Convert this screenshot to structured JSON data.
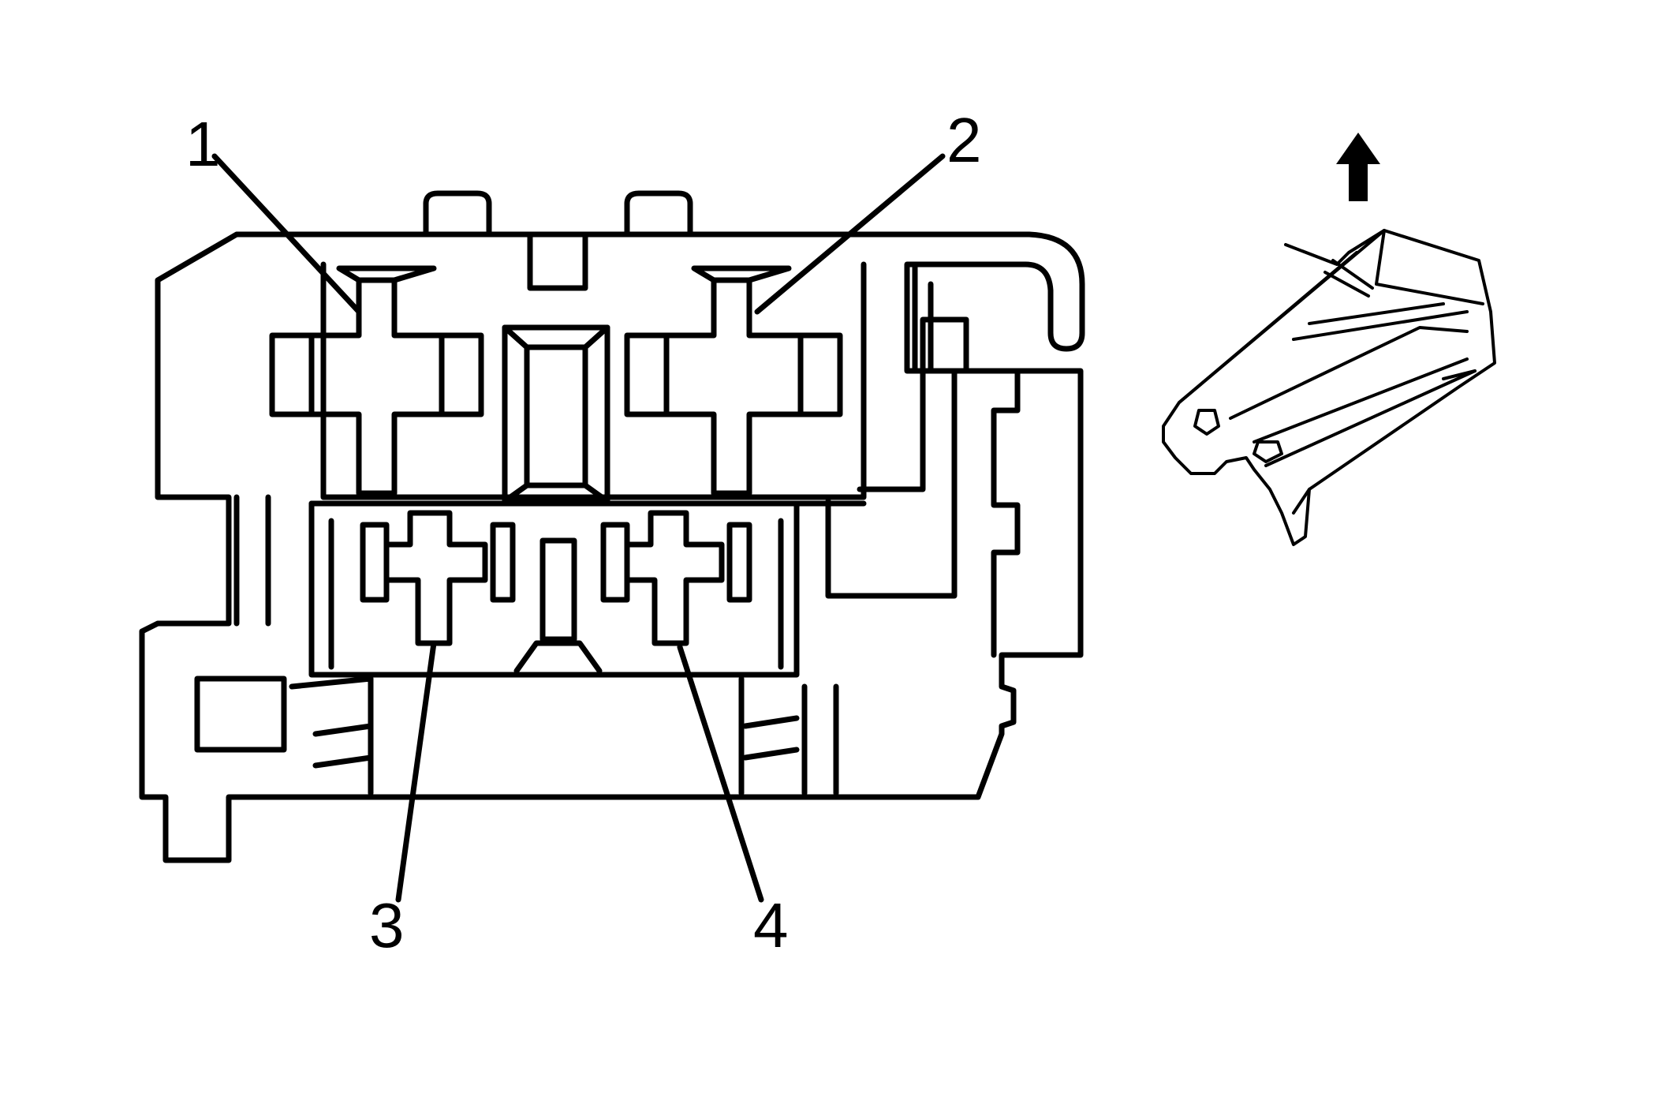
{
  "diagram": {
    "pin_labels": [
      "1",
      "2",
      "3",
      "4"
    ]
  },
  "colors": {
    "stroke": "#000000",
    "background": "#ffffff"
  },
  "icons": {
    "orientation": "arrow-up-icon",
    "connector_view": "connector-isometric-icon"
  }
}
